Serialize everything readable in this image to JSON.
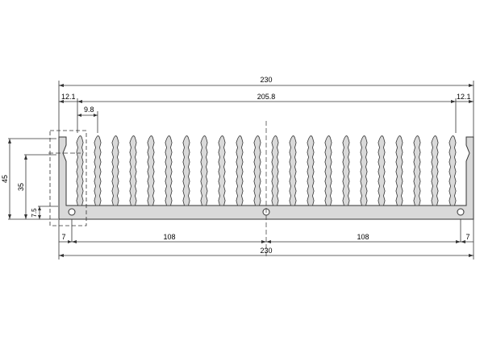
{
  "diagram": {
    "overall_width_label": "230",
    "inner_span_label": "205.8",
    "left_offset_label": "12.1",
    "right_offset_label": "12.1",
    "fin_pitch_label": "9.8",
    "total_height_label": "45",
    "fin_height_label": "35",
    "base_height_label": "7.5",
    "left_edge_label": "7",
    "left_hole_span_label": "108",
    "right_hole_span_label": "108",
    "right_edge_label": "7",
    "bottom_width_label": "230",
    "fin_count": 22
  },
  "colors": {
    "line": "#333333",
    "profile_fill": "#d9d9d9",
    "background": "#ffffff"
  }
}
